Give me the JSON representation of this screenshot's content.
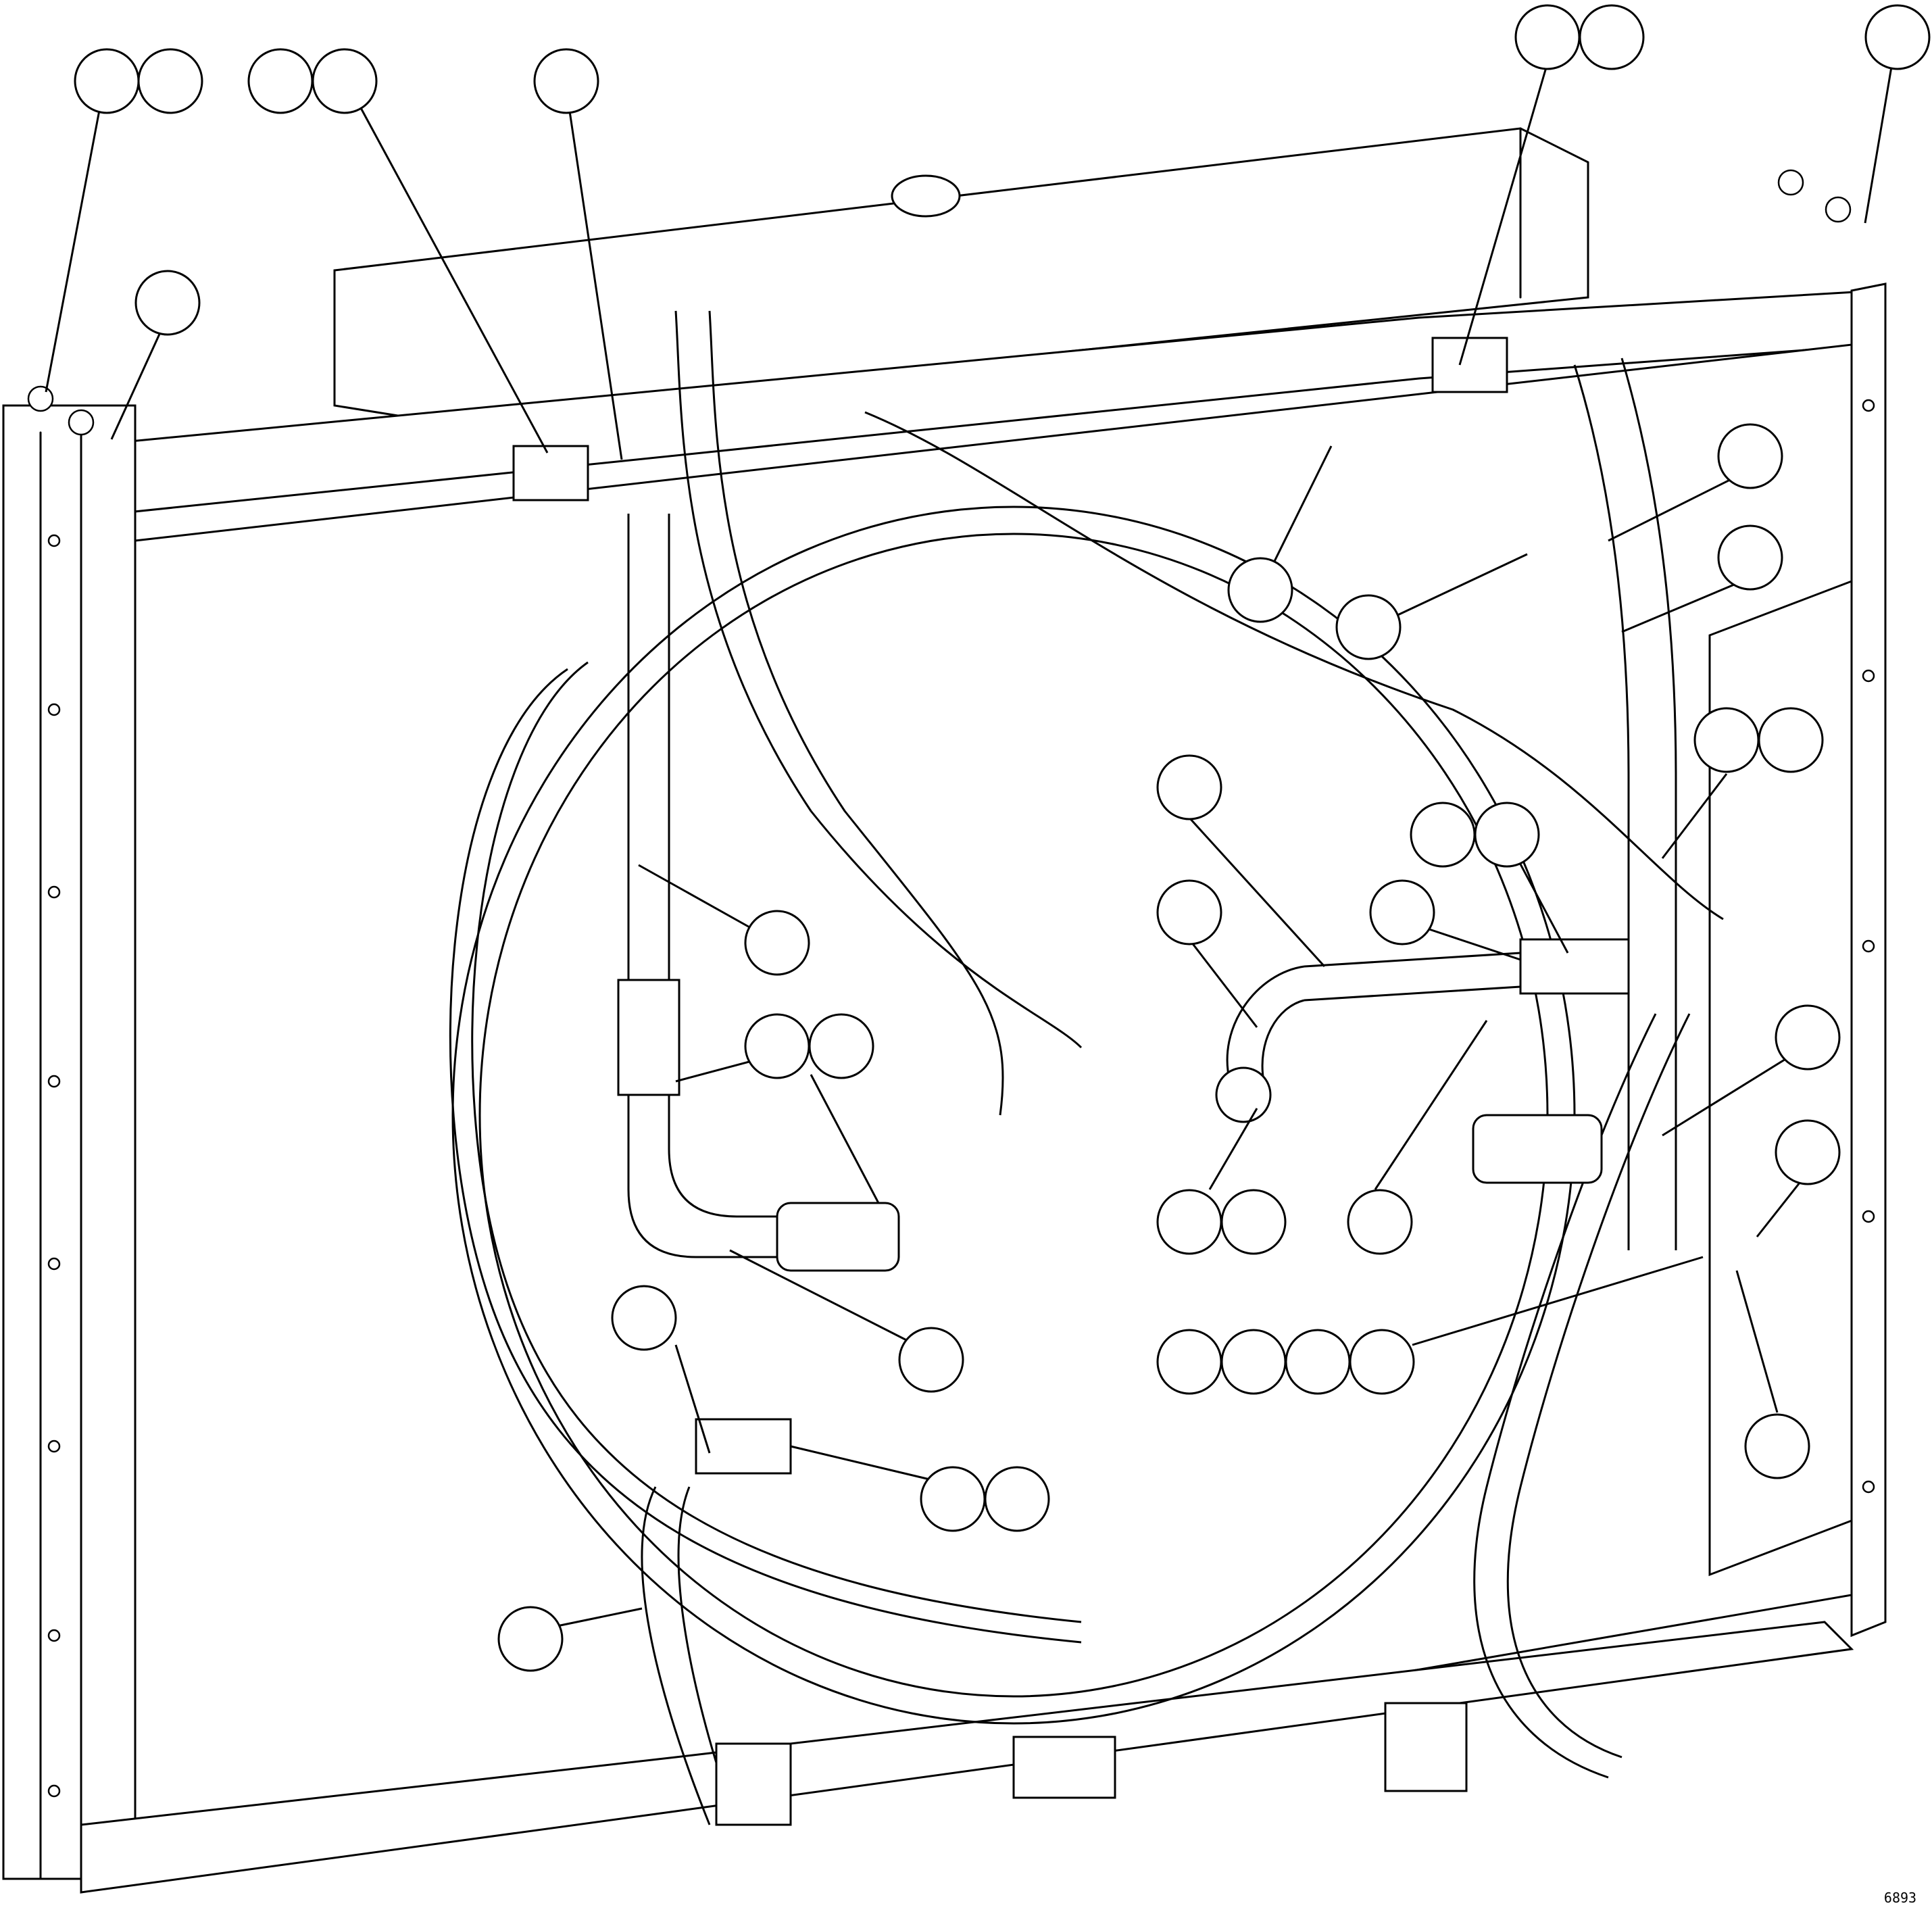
{
  "drawing": {
    "id_number": "6893"
  },
  "callouts": [
    {
      "name": "callout-top-left-pair-a",
      "label": ""
    },
    {
      "name": "callout-top-left-pair-b",
      "label": ""
    },
    {
      "name": "callout-top-pair-a",
      "label": ""
    },
    {
      "name": "callout-top-pair-b",
      "label": ""
    },
    {
      "name": "callout-top-center",
      "label": ""
    },
    {
      "name": "callout-top-right-pair-a",
      "label": ""
    },
    {
      "name": "callout-top-right-pair-b",
      "label": ""
    },
    {
      "name": "callout-top-right-corner",
      "label": ""
    },
    {
      "name": "callout-left-upper",
      "label": ""
    },
    {
      "name": "callout-right-upper-1",
      "label": ""
    },
    {
      "name": "callout-right-upper-2",
      "label": ""
    },
    {
      "name": "callout-center-upper",
      "label": ""
    },
    {
      "name": "callout-center-right-upper",
      "label": ""
    },
    {
      "name": "callout-right-pair-a",
      "label": ""
    },
    {
      "name": "callout-right-pair-b",
      "label": ""
    },
    {
      "name": "callout-center-1",
      "label": ""
    },
    {
      "name": "callout-center-pair-a",
      "label": ""
    },
    {
      "name": "callout-center-pair-b",
      "label": ""
    },
    {
      "name": "callout-center-2",
      "label": ""
    },
    {
      "name": "callout-center-3",
      "label": ""
    },
    {
      "name": "callout-left-middle",
      "label": ""
    },
    {
      "name": "callout-left-pair-a",
      "label": ""
    },
    {
      "name": "callout-left-pair-b",
      "label": ""
    },
    {
      "name": "callout-right-middle-1",
      "label": ""
    },
    {
      "name": "callout-right-middle-2",
      "label": ""
    },
    {
      "name": "callout-center-lower-pair-a",
      "label": ""
    },
    {
      "name": "callout-center-lower-pair-b",
      "label": ""
    },
    {
      "name": "callout-center-lower",
      "label": ""
    },
    {
      "name": "callout-left-lower",
      "label": ""
    },
    {
      "name": "callout-lower-middle",
      "label": ""
    },
    {
      "name": "callout-bottom-row-a",
      "label": ""
    },
    {
      "name": "callout-bottom-row-b",
      "label": ""
    },
    {
      "name": "callout-bottom-row-c",
      "label": ""
    },
    {
      "name": "callout-bottom-row-d",
      "label": ""
    },
    {
      "name": "callout-right-lower",
      "label": ""
    },
    {
      "name": "callout-bottom-pair-a",
      "label": ""
    },
    {
      "name": "callout-bottom-pair-b",
      "label": ""
    },
    {
      "name": "callout-bottom-left",
      "label": ""
    }
  ]
}
